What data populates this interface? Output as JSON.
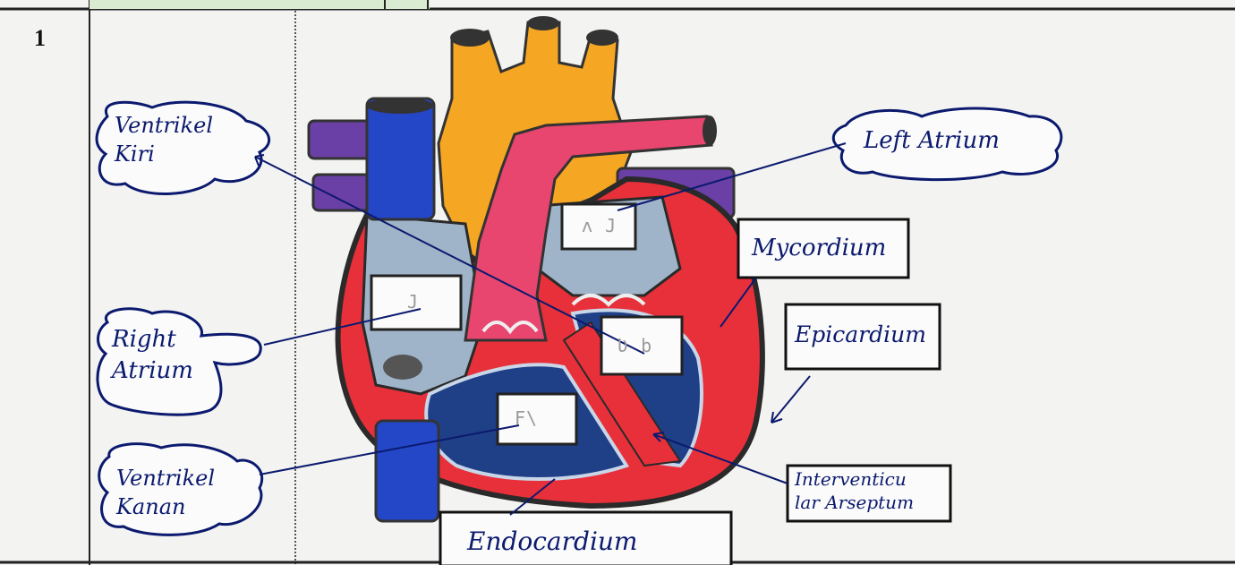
{
  "row_number": "1",
  "labels": {
    "ventricle_kiri": [
      "Ventrikel",
      "Kiri"
    ],
    "left_atrium": "Left Atrium",
    "right_atrium": [
      "Right",
      "Atrium"
    ],
    "ventricle_kanan": [
      "Ventrikel",
      "Kanan"
    ],
    "myocardium": "Mycordium",
    "epicardium": "Epicardium",
    "interventricular": [
      "Interventicu",
      "lar Arseptum"
    ],
    "endocardium": "Endocardium"
  },
  "blank_box_marks": {
    "box_a": "ʌ J",
    "box_b": "J",
    "box_c": "Ʋ b",
    "box_d": "F\\"
  },
  "colors": {
    "ink": "#0b1a6e",
    "artery_red": "#e8303a",
    "aorta_orange": "#f5a623",
    "vein_blue": "#2447c8",
    "pulmonary_purple": "#6a3fa6",
    "chamber_light_blue": "#9fb4c8",
    "chamber_dark_blue": "#1f3f86",
    "pink_vessel": "#e8466e"
  }
}
